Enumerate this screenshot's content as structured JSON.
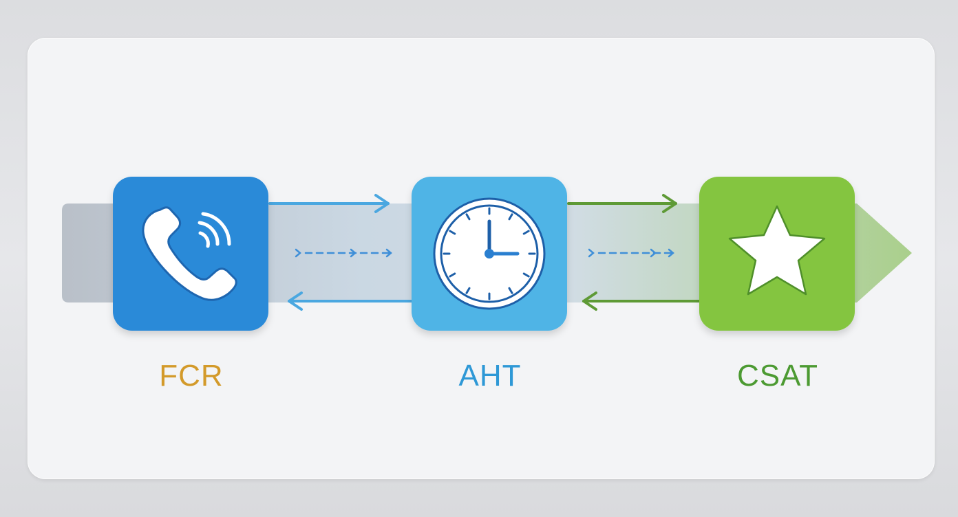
{
  "metrics": [
    {
      "name": "FCR",
      "icon": "phone-icon",
      "tile_color": "#2a8ad8",
      "label_color": "#d39a2a"
    },
    {
      "name": "AHT",
      "icon": "clock-icon",
      "tile_color": "#4fb4e6",
      "label_color": "#2e98d6"
    },
    {
      "name": "CSAT",
      "icon": "star-icon",
      "tile_color": "#84c540",
      "label_color": "#4c9a32"
    }
  ],
  "colors": {
    "band_left": "#b8bfc8",
    "band_mid": "#c9d9e6",
    "band_right": "#a9cf8b",
    "arrow_blue": "#4aa7e0",
    "arrow_green": "#5e9a36",
    "dash_blue": "#3f8fd8"
  }
}
